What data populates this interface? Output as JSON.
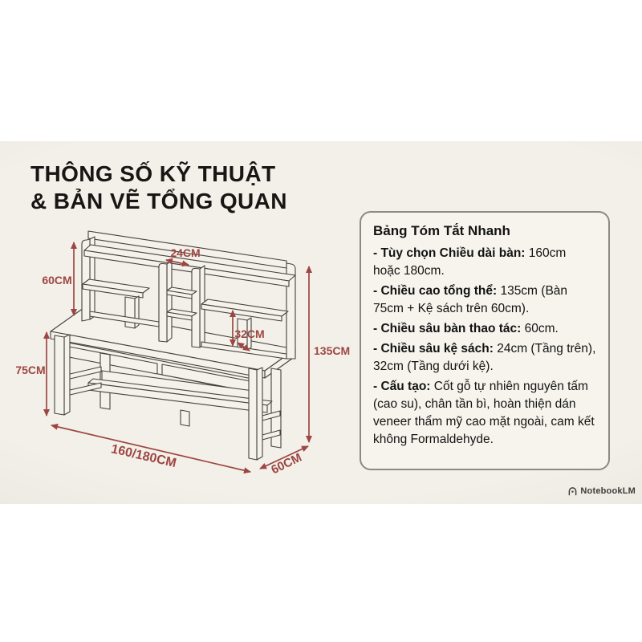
{
  "title": {
    "line1": "THÔNG SỐ KỸ THUẬT",
    "line2": "& BẢN VẼ TỔNG QUAN"
  },
  "diagram": {
    "labels": {
      "hutch_height": "60CM",
      "top_shelf_depth": "24CM",
      "lower_shelf_depth": "32CM",
      "overall_height": "135CM",
      "desk_height": "75CM",
      "desk_length": "160/180CM",
      "desk_depth": "60CM"
    },
    "line_color": "#45413b",
    "dimension_color": "#9d4643"
  },
  "summary_panel": {
    "heading": "Bảng Tóm Tắt Nhanh",
    "items": [
      {
        "label": "- Tùy chọn Chiều dài bàn:",
        "text": " 160cm hoặc 180cm."
      },
      {
        "label": "- Chiều cao tổng thể:",
        "text": " 135cm (Bàn 75cm + Kệ sách trên 60cm)."
      },
      {
        "label": "- Chiều sâu bàn thao tác:",
        "text": " 60cm."
      },
      {
        "label": "- Chiều sâu kệ sách:",
        "text": " 24cm (Tầng trên), 32cm (Tầng dưới kệ)."
      },
      {
        "label": "- Cấu tạo:",
        "text": " Cốt gỗ tự nhiên nguyên tấm (cao su), chân tần bì, hoàn thiện dán veneer thẩm mỹ cao mặt ngoài, cam kết không Formaldehyde."
      }
    ]
  },
  "watermark": {
    "label": "NotebookLM"
  }
}
